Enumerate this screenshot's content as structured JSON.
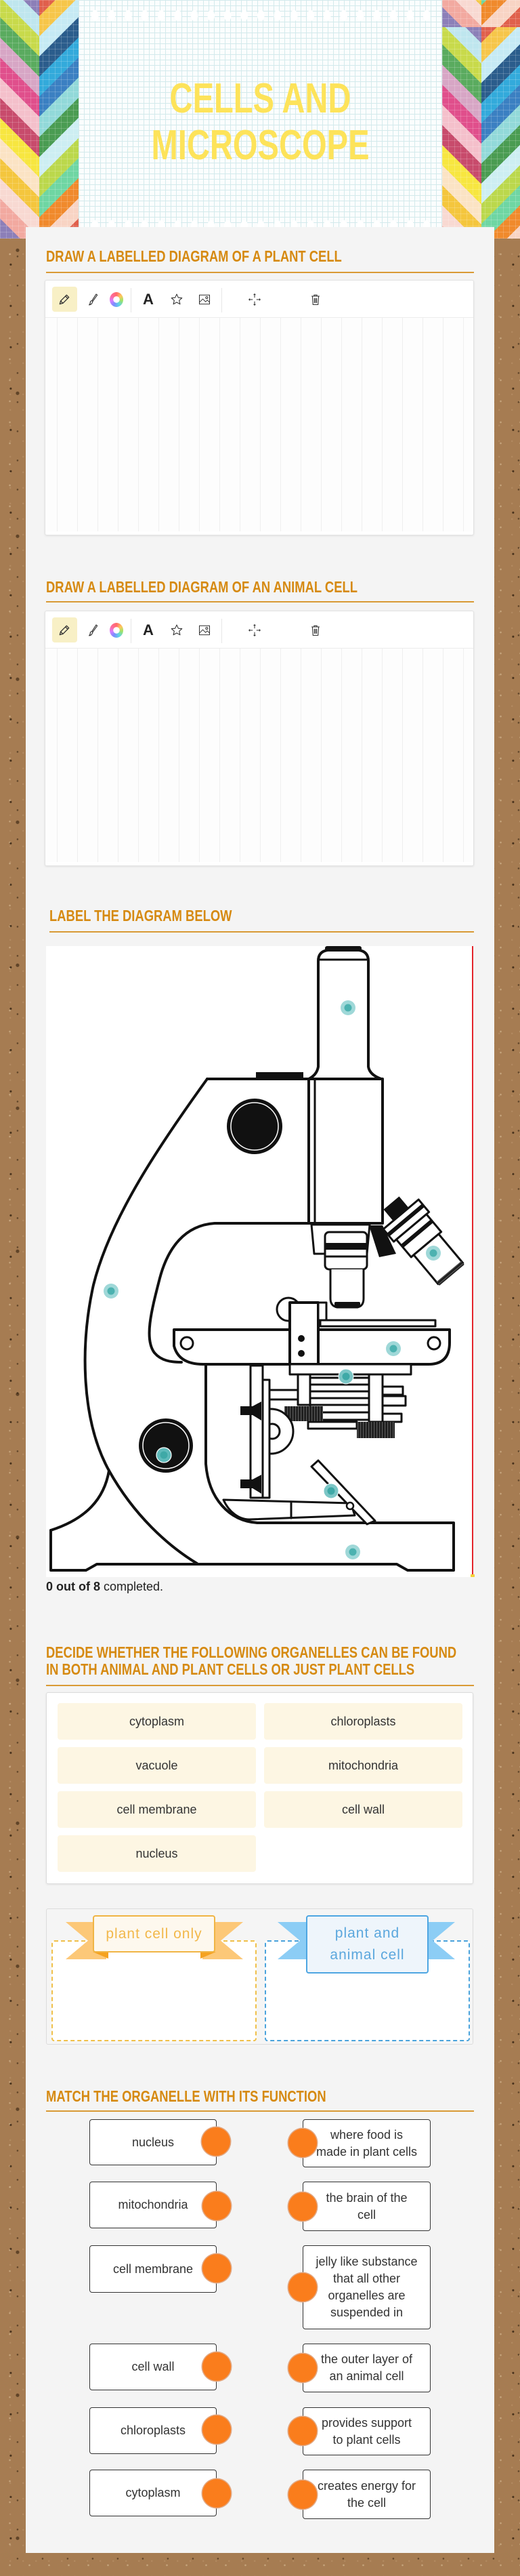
{
  "header": {
    "title_line1": "CELLS AND",
    "title_line2": "MICROSCOPE"
  },
  "colors": {
    "heading": "#d68a12",
    "title_yellow": "#fde35a",
    "panel_bg": "#f4f4f4",
    "page_bg": "#a67c52",
    "hotspot": "#4cb2b0",
    "connector_dot": "#fa7d1c",
    "sort_item_bg": "#fdf6e3",
    "bin_orange": "#f0b545",
    "bin_blue": "#4ea6e2",
    "diagram_edge": "#e3252b"
  },
  "toolbar": {
    "tools": [
      {
        "id": "pencil",
        "icon": "pencil-icon",
        "active": true
      },
      {
        "id": "brush",
        "icon": "brush-icon"
      },
      {
        "id": "color",
        "icon": "color-wheel-icon"
      },
      {
        "id": "text",
        "icon": "text-icon",
        "glyph": "A"
      },
      {
        "id": "stamp",
        "icon": "star-icon"
      },
      {
        "id": "image",
        "icon": "image-icon"
      },
      {
        "id": "move",
        "icon": "move-icon"
      },
      {
        "id": "delete",
        "icon": "trash-icon"
      }
    ]
  },
  "plant_drawing": {
    "heading": "DRAW A LABELLED DIAGRAM OF A PLANT CELL"
  },
  "animal_drawing": {
    "heading": "DRAW A LABELLED DIAGRAM OF AN ANIMAL CELL"
  },
  "label_diagram": {
    "heading": "LABEL THE DIAGRAM BELOW",
    "hotspot_count": 8,
    "progress_count": "0 out of 8",
    "progress_suffix": " completed."
  },
  "sort": {
    "heading_lines": [
      "DECIDE WHETHER THE FOLLOWING ORGANELLES CAN BE FOUND",
      "IN BOTH ANIMAL AND PLANT CELLS OR JUST PLANT CELLS"
    ],
    "items": [
      "cytoplasm",
      "chloroplasts",
      "vacuole",
      "mitochondria",
      "cell membrane",
      "cell wall",
      "nucleus"
    ],
    "bins": [
      {
        "label": "plant cell only",
        "color": "#f0b545"
      },
      {
        "label": "plant and animal cell",
        "color": "#4ea6e2"
      }
    ]
  },
  "match": {
    "heading": "MATCH THE ORGANELLE WITH ITS FUNCTION",
    "organelles": [
      "nucleus",
      "mitochondria",
      "cell membrane",
      "cell wall",
      "chloroplasts",
      "cytoplasm"
    ],
    "functions": [
      "where food is made in plant cells",
      "the brain of the cell",
      "jelly like substance that all other organelles are suspended in",
      "the outer layer of an animal cell",
      "provides support to plant cells",
      "creates energy for the cell"
    ]
  }
}
